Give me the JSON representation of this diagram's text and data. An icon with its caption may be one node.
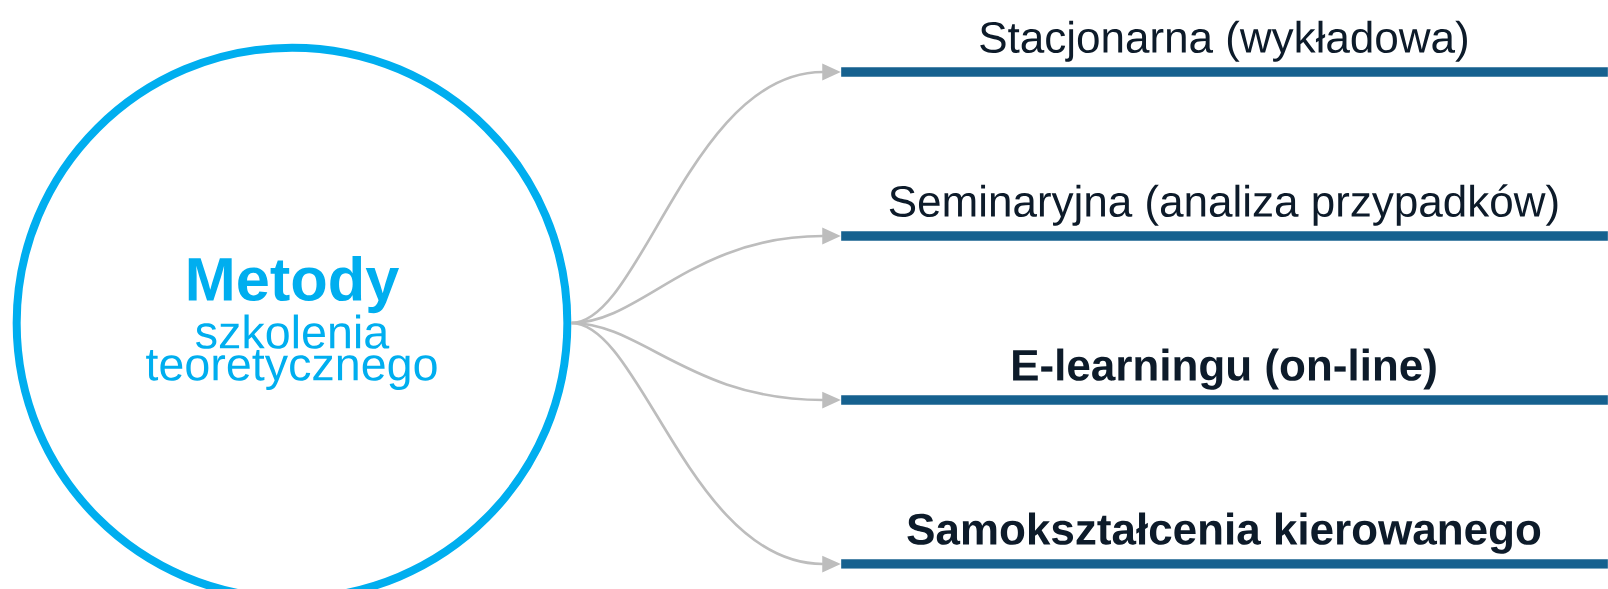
{
  "diagram": {
    "nodes": [
      {
        "text": [
          "Metody",
          "szkolenia teoretycznego"
        ]
      },
      {
        "text": [
          "Stacjonarna (wykładowa)"
        ]
      },
      {
        "text": [
          "Seminaryjna (analiza przypadków)"
        ]
      },
      {
        "text": [
          "E-learningu (on-line)"
        ]
      },
      {
        "text": [
          "Samokształcenia kierowanego"
        ]
      }
    ],
    "edges": [
      {
        "from": 0,
        "to": 1,
        "arrow": "to"
      },
      {
        "from": 0,
        "to": 2,
        "arrow": "to"
      },
      {
        "from": 0,
        "to": 3,
        "arrow": "to"
      },
      {
        "from": 0,
        "to": 4,
        "arrow": "to"
      }
    ]
  }
}
